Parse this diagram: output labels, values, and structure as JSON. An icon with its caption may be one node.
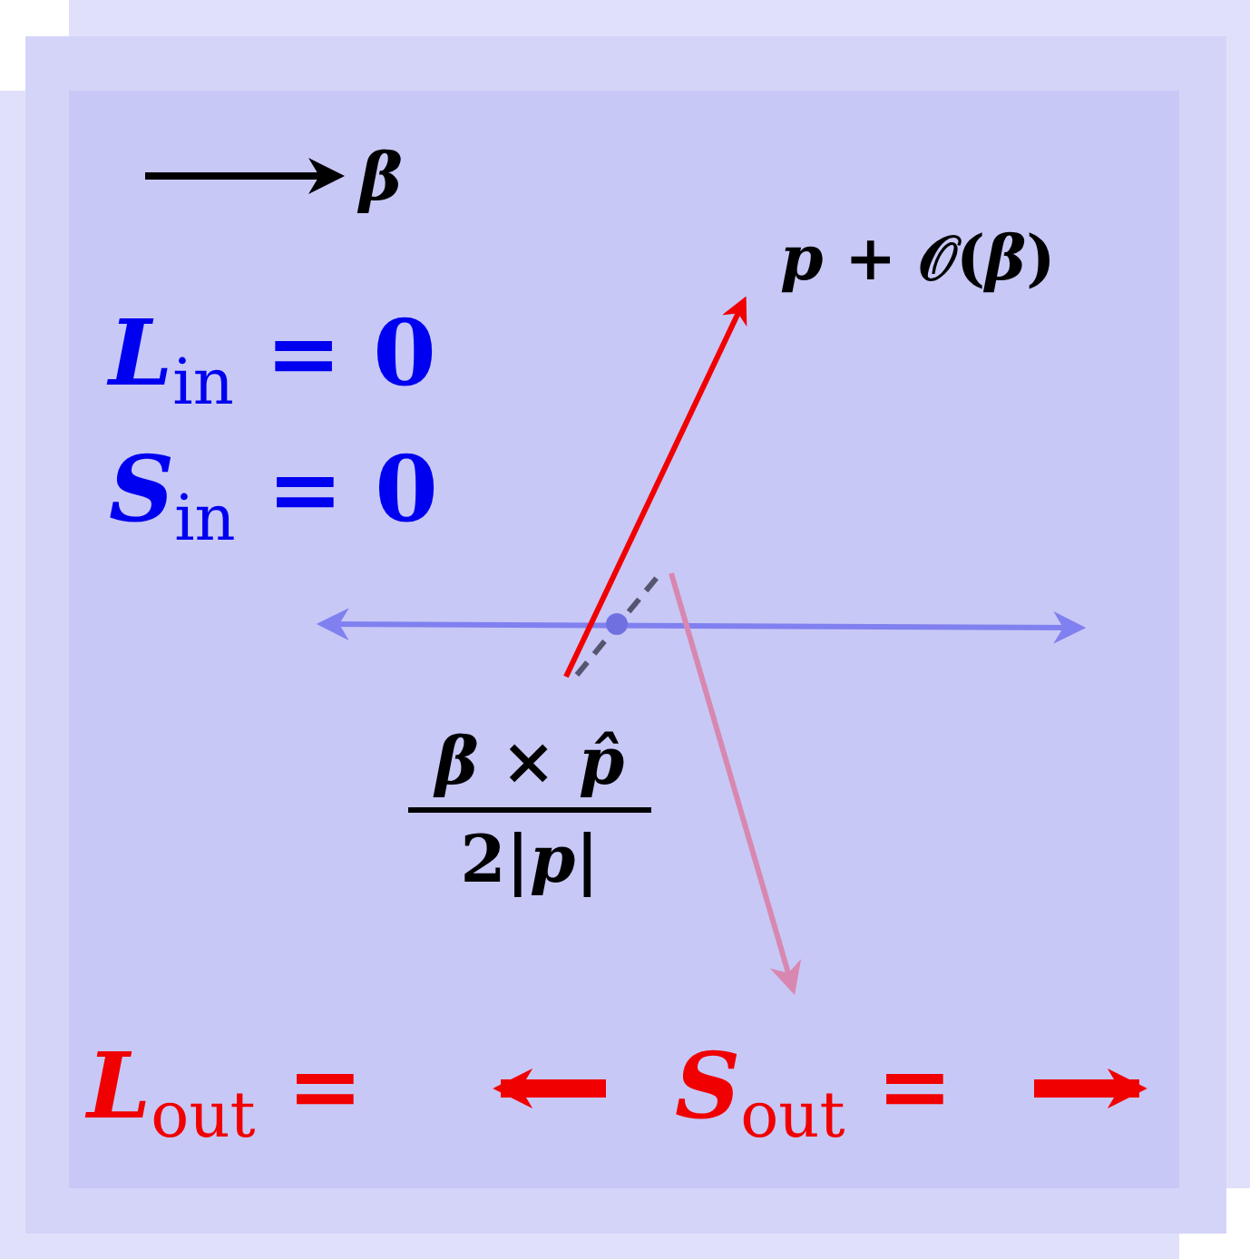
{
  "diagram": {
    "labels": [
      "*β*",
      "*p* + 𝒪(*β*)",
      "*L*$_{in}$ = 0",
      "*S*$_{in}$ = 0",
      "*β* × *p̂*",
      "2|*p*|",
      "*L*$_{out}$ =",
      "*S*$_{out}$ ="
    ]
  }
}
